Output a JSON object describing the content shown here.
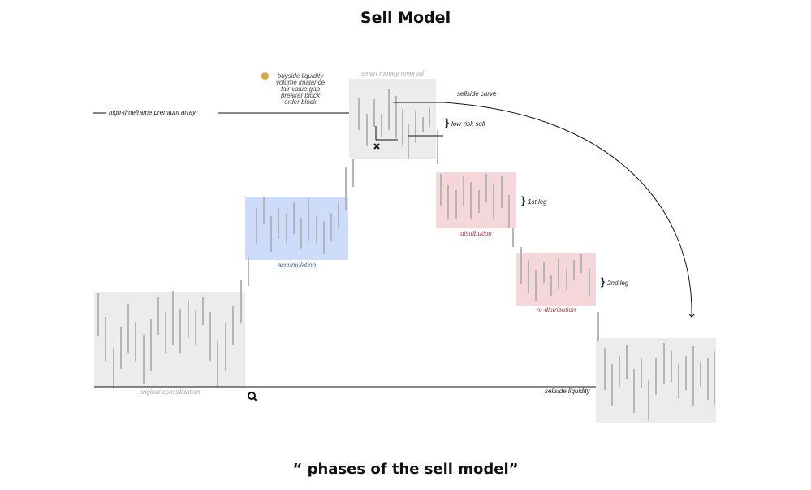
{
  "title": "Sell Model",
  "caption": "“ phases of the sell model”",
  "colors": {
    "consolidation": "#ebecee",
    "accumulation": "#cddcfb",
    "smart_money": "#ebecee",
    "distribution": "#f5d7da",
    "sellside_zone": "#ebecee",
    "candle": "#b3b5b8",
    "line": "#111111",
    "zone_label_gray": "#aaaaaa",
    "zone_label_blue": "#3b5c9a",
    "zone_label_red": "#9b3d46",
    "warning": "#e3a33a"
  },
  "zones": {
    "original_consolidation": "original consolidation",
    "accumulation": "accumulation",
    "smart_money_reversal": "smart money reversal",
    "distribution": "distribution",
    "re_distribution": "re-distribution"
  },
  "annotations": {
    "premium_array": "high-timeframe premium array",
    "list": [
      "buyside liquidity",
      "volume imalance",
      "fair value gap",
      "breaker block",
      "order block"
    ],
    "sellside_curve": "sellside curve",
    "low_risk_sell": "low-risk sell",
    "first_leg": "1st leg",
    "second_leg": "2nd leg",
    "sellside_liquidity": "sellside liquidity"
  },
  "icons": {
    "warning": "warning-circle-icon",
    "entry_marker": "x-mark-icon",
    "magnifier": "magnifier-icon"
  }
}
